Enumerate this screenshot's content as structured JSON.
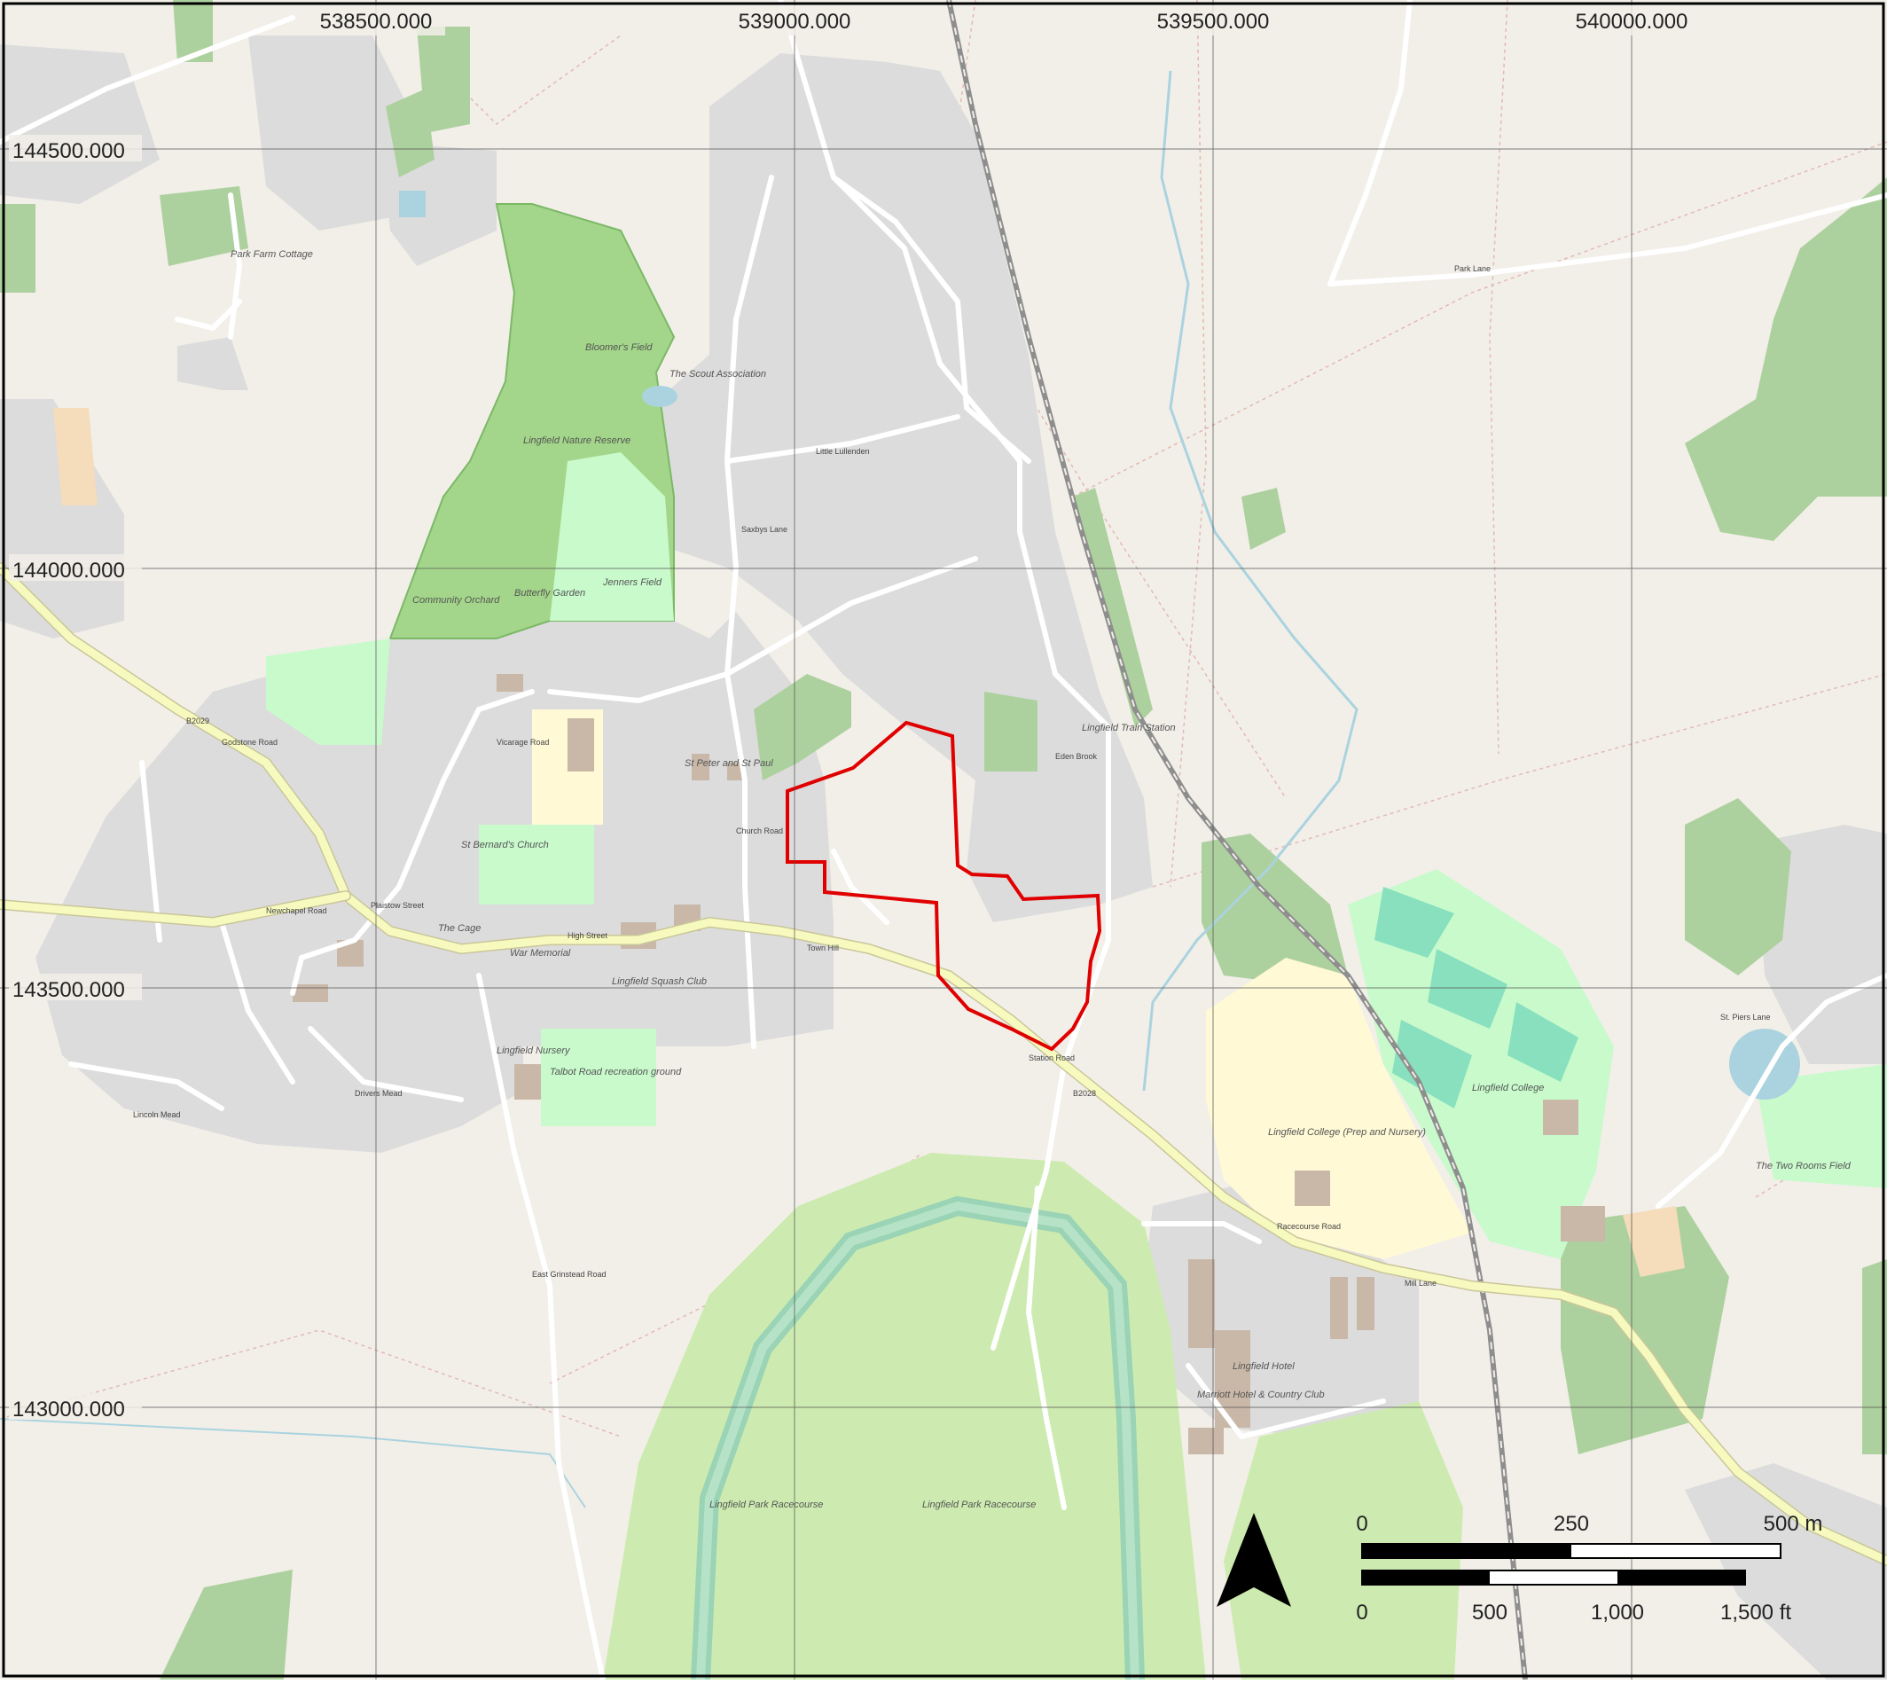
{
  "map": {
    "colors": {
      "background": "#f2efe9",
      "residential": "#dddddd",
      "building": "#c9b8a8",
      "wood": "#add19e",
      "park": "#c8facc",
      "pitch": "#aae0cb",
      "school": "#fff9d5",
      "farm": "#f5dcba",
      "road_minor": "#ffffff",
      "road_secondary": "#f7fabf",
      "water": "#aad3df",
      "railway": "#999999",
      "boundary": "#e00000",
      "grid": "#555555"
    },
    "grid_labels": {
      "easting": [
        "538500.000",
        "539000.000",
        "539500.000",
        "540000.000"
      ],
      "northing": [
        "144500.000",
        "144000.000",
        "143500.000",
        "143000.000"
      ]
    },
    "north_arrow": {
      "icon": "north-arrow-icon"
    },
    "scale_bar": {
      "metric_labels": [
        "0",
        "250",
        "500 m"
      ],
      "imperial_labels": [
        "0",
        "500",
        "1,000",
        "1,500 ft"
      ]
    },
    "place_labels": {
      "blanners_field": "Bloomer's Field",
      "nature_reserve": "Lingfield Nature Reserve",
      "lingfield_college": "Lingfield College",
      "college_prep": "Lingfield College (Prep and Nursery)",
      "racecourse": "Lingfield Park Racecourse",
      "racecourse_inner": "Lingfield Park Racecourse",
      "town_station": "Lingfield Train Station",
      "st_peter": "St Peter and St Paul",
      "st_bernards": "St Bernard's Church",
      "park_farm": "Park Farm Cottage",
      "jenners_field": "Jenners Field",
      "community_orchard": "Community Orchard",
      "butterfly_garden": "Butterfly Garden",
      "the_cage": "The Cage",
      "war_memorial": "War Memorial",
      "the_scout": "The Scout Association",
      "leisure_club": "Lingfield Squash Club",
      "lingfield_hotel": "Marriott Hotel & Country Club",
      "hotel": "Lingfield Hotel",
      "the_two_rooms": "The Two Rooms Field",
      "lingfield_nursery": "Lingfield Nursery",
      "racecourse_ground": "Talbot Road recreation ground"
    },
    "street_labels": {
      "high_street": "High Street",
      "town_hill": "Town Hill",
      "newchapel_road": "Newchapel Road",
      "godstone_road": "Godstone Road",
      "racecourse_road": "Racecourse Road",
      "east_grinstead_road": "East Grinstead Road",
      "church_road": "Church Road",
      "station_road": "Station Road",
      "saxbys_lane": "Saxbys Lane",
      "park_lane": "Park Lane",
      "st_piers_lane": "St. Piers Lane",
      "drivers_mead": "Drivers Mead",
      "lincoln_mead": "Lincoln Mead",
      "plaistow_street": "Plaistow Street",
      "little_lullenden": "Little Lullenden",
      "vicarage_road": "Vicarage Road",
      "b2028": "B2028",
      "b2029": "B2029",
      "eden_brook": "Eden Brook",
      "mill_lane": "Mill Lane"
    }
  }
}
